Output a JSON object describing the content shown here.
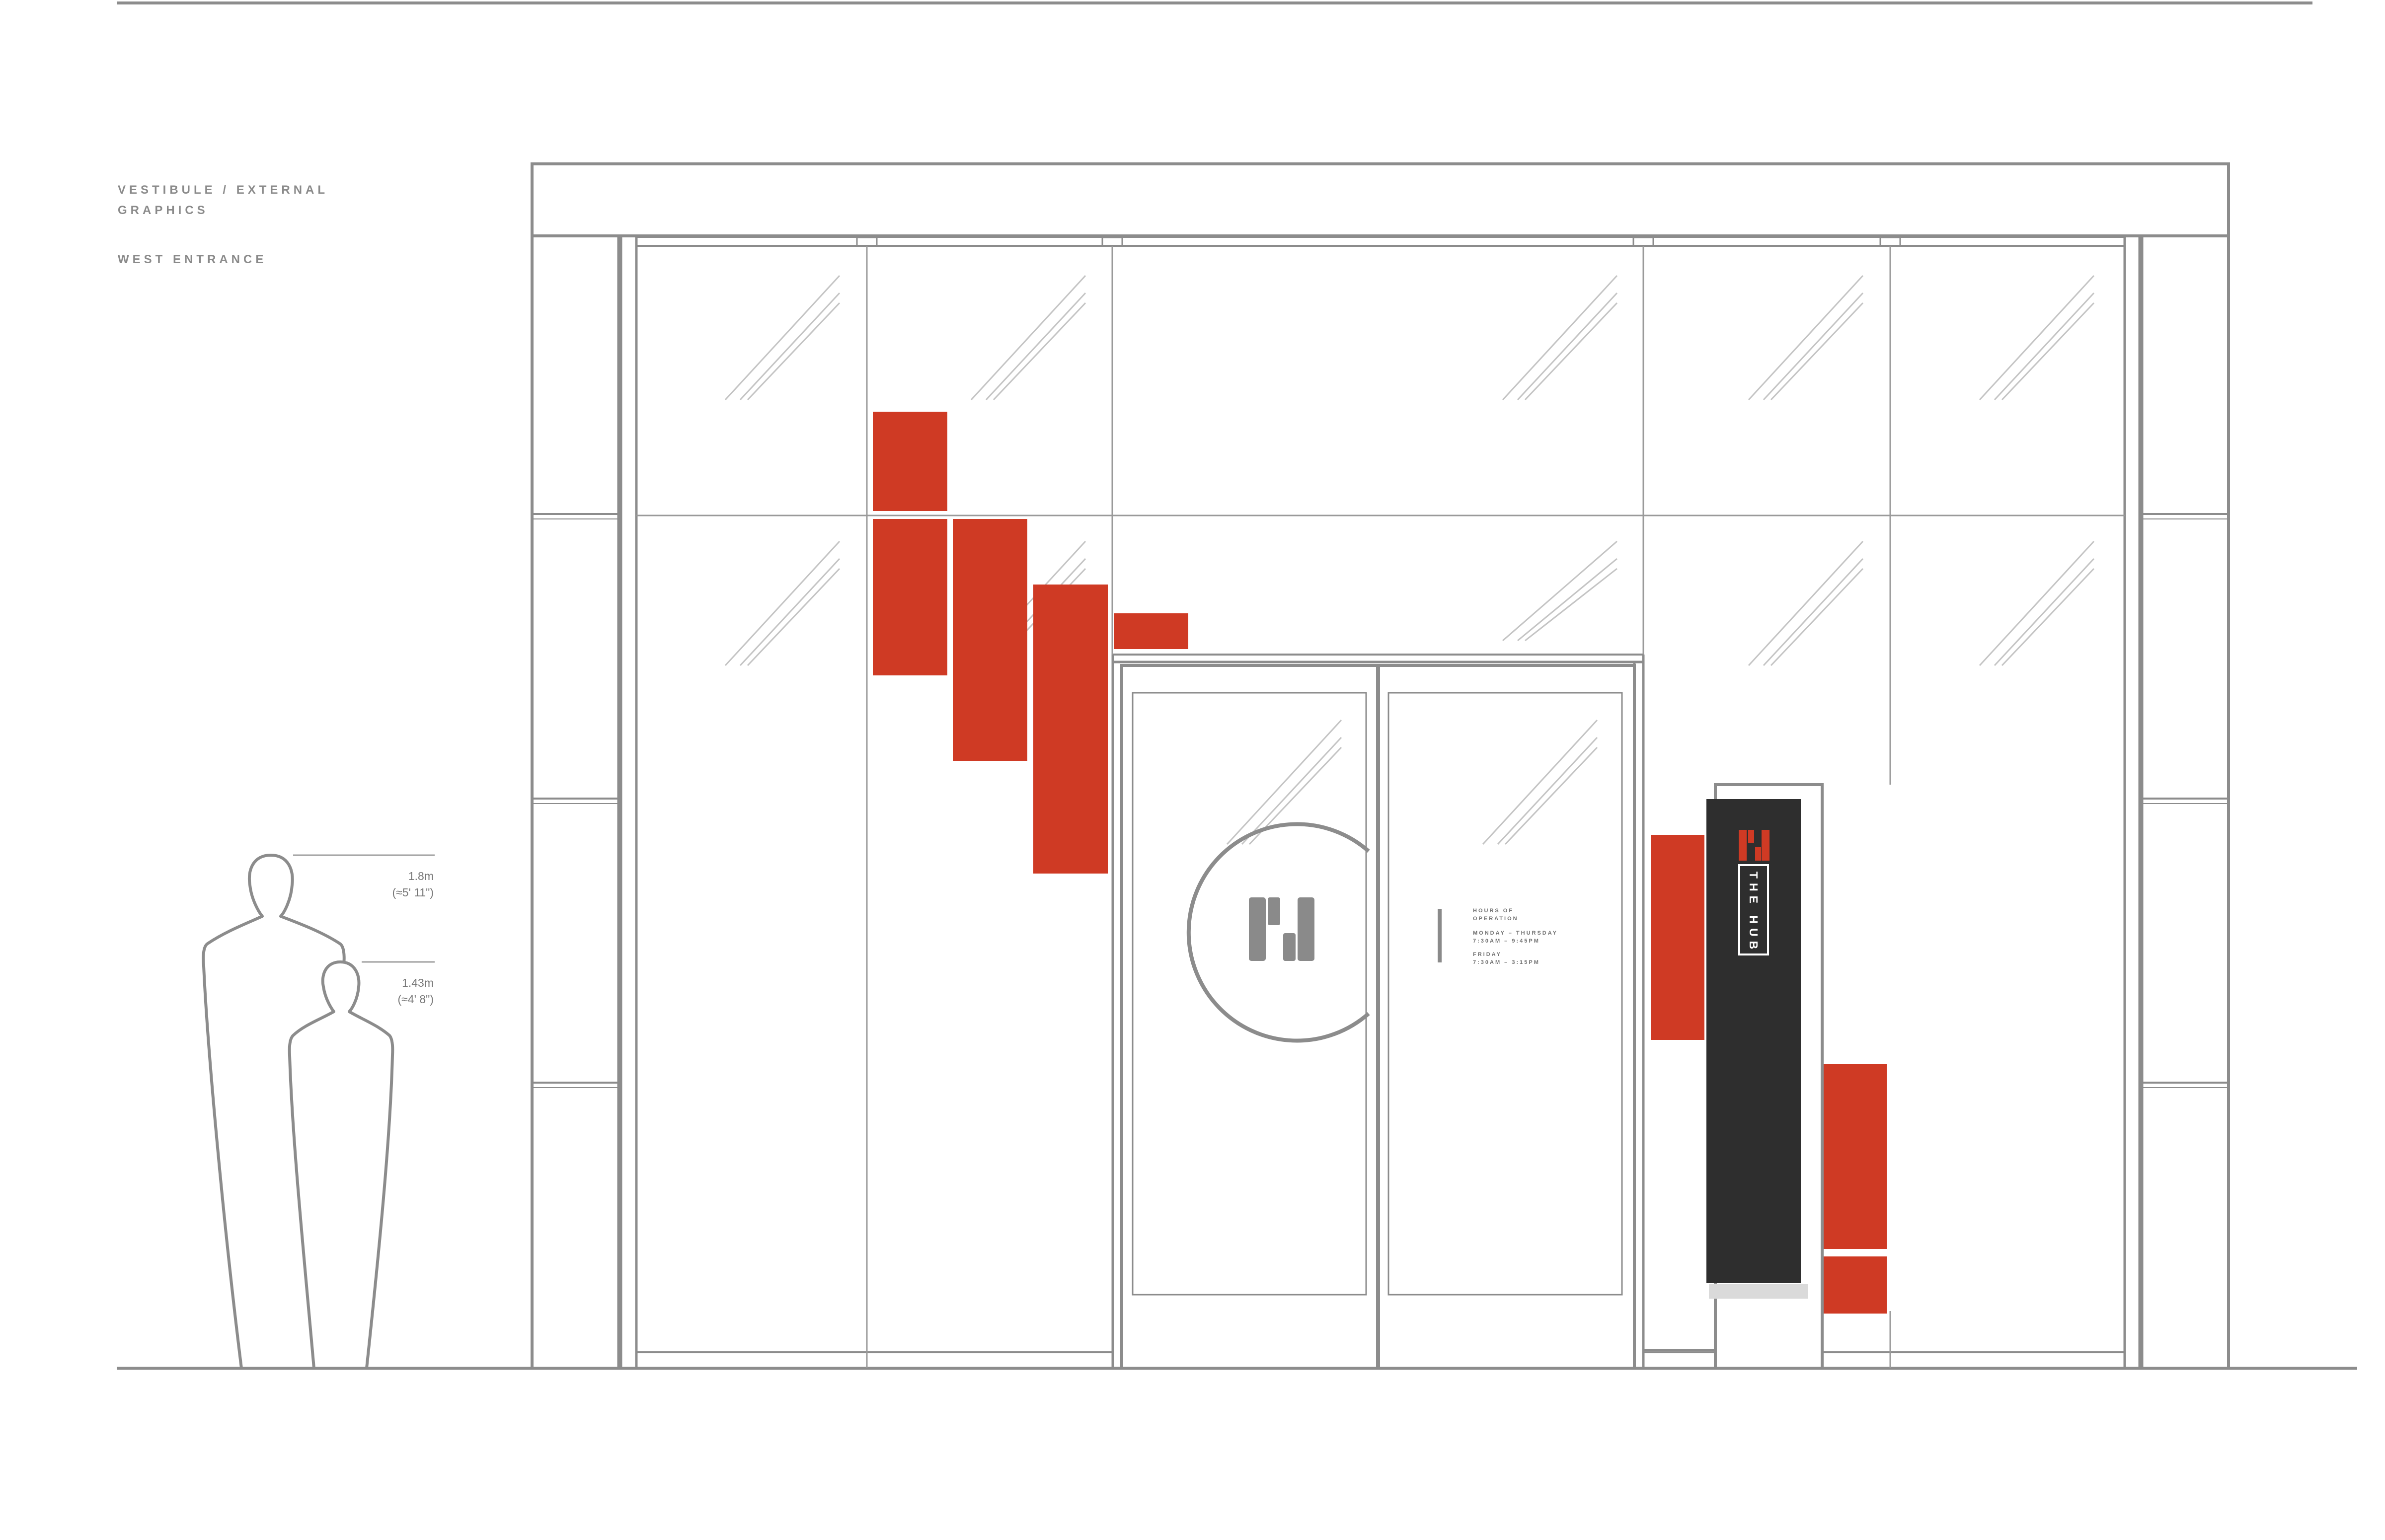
{
  "header": {
    "title_line1": "VESTIBULE / EXTERNAL",
    "title_line2": "GRAPHICS",
    "subtitle": "WEST ENTRANCE"
  },
  "figures": {
    "adult_height": "1.8m",
    "adult_height_imperial": "(≈5' 11\")",
    "child_height": "1.43m",
    "child_height_imperial": "(≈4' 8\")"
  },
  "door_vinyl": {
    "hours_title_line1": "HOURS OF",
    "hours_title_line2": "OPERATION",
    "weekday_label": "MONDAY – THURSDAY",
    "weekday_hours": "7:30AM – 9:45PM",
    "friday_label": "FRIDAY",
    "friday_hours": "7:30AM – 3:15PM"
  },
  "pylon": {
    "brand_name": "THE HUB"
  },
  "colors": {
    "accent_red": "#cf3a24",
    "pylon_dark": "#2e2e2e",
    "line_gray": "#8c8c8c",
    "glass_line": "#c4c4c4"
  }
}
